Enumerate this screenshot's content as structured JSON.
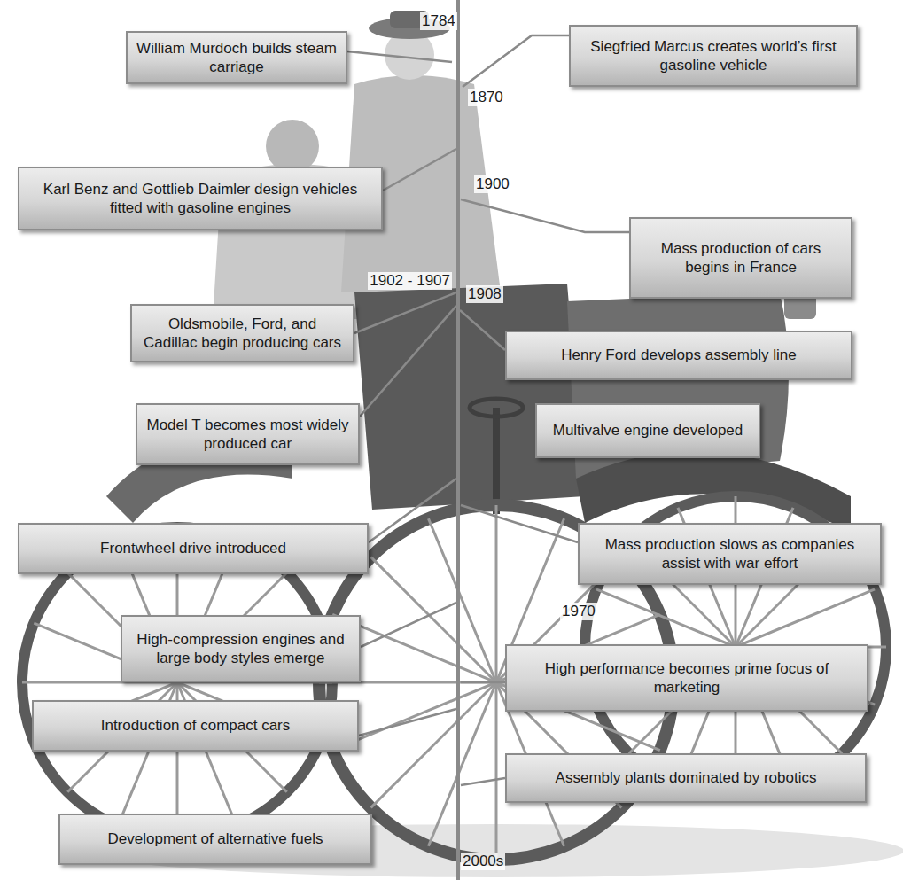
{
  "diagram": {
    "nodes": [
      {
        "text": [
          "William Murdoch builds steam carriage"
        ]
      },
      {
        "text": [
          "Siegfried Marcus creates world’s first gasoline vehicle"
        ]
      },
      {
        "text": [
          "Karl Benz and Gottlieb Daimler design vehicles fitted with gasoline engines"
        ]
      },
      {
        "text": [
          "Mass production of cars begins in France"
        ]
      },
      {
        "text": [
          "Oldsmobile, Ford, and Cadillac begin producing cars"
        ]
      },
      {
        "text": [
          "Henry Ford develops assembly line"
        ]
      },
      {
        "text": [
          "Model T becomes most widely produced car"
        ]
      },
      {
        "text": [
          "Multivalve engine developed"
        ]
      },
      {
        "text": [
          "Frontwheel drive introduced"
        ]
      },
      {
        "text": [
          "Mass production slows as companies assist with war effort"
        ]
      },
      {
        "text": [
          "High-compression engines and large body styles emerge"
        ]
      },
      {
        "text": [
          "High performance becomes prime focus of marketing"
        ]
      },
      {
        "text": [
          "Introduction of compact cars"
        ]
      },
      {
        "text": [
          "Assembly plants dominated by robotics"
        ]
      },
      {
        "text": [
          "Development of alternative fuels"
        ]
      }
    ],
    "labels": [
      "1784",
      "1870",
      "1900",
      "1902 - 1907",
      "1908",
      "1970",
      "2000s"
    ]
  }
}
